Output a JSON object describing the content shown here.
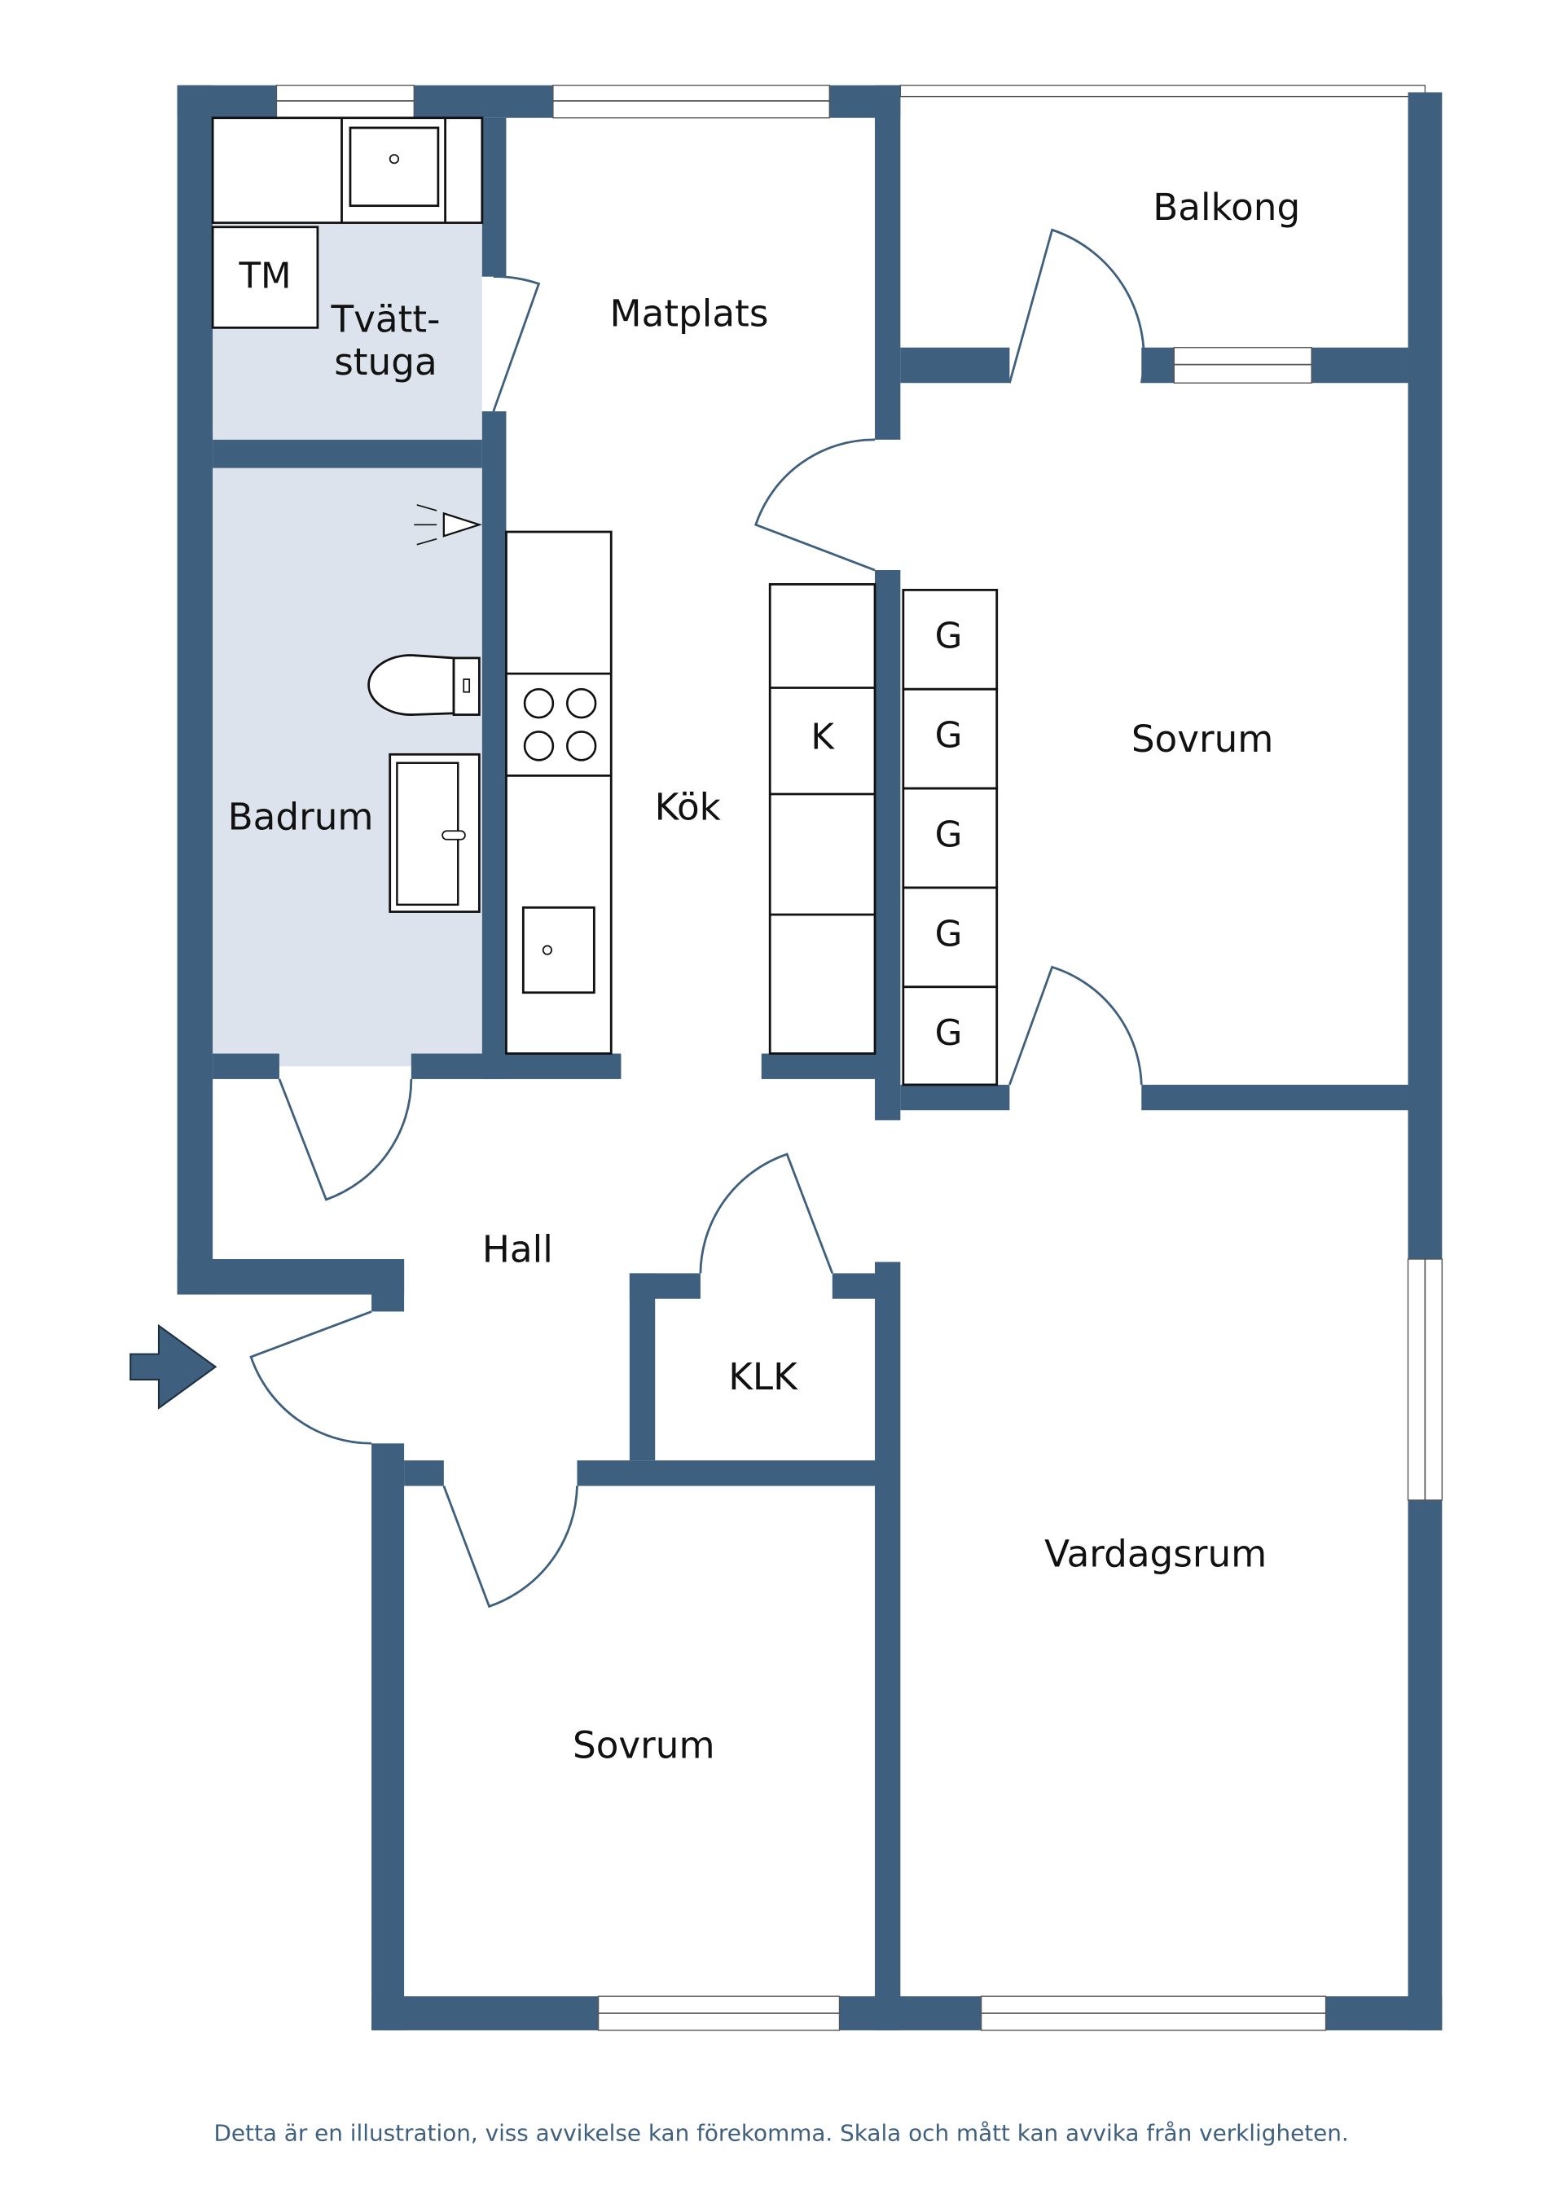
{
  "rooms": {
    "balkong": "Balkong",
    "matplats": "Matplats",
    "tvattstuga_1": "Tvätt-",
    "tvattstuga_2": "stuga",
    "tm": "TM",
    "badrum": "Badrum",
    "kok": "Kök",
    "k": "K",
    "sovrum_upper": "Sovrum",
    "g": [
      "G",
      "G",
      "G",
      "G",
      "G"
    ],
    "hall": "Hall",
    "klk": "KLK",
    "sovrum_lower": "Sovrum",
    "vardagsrum": "Vardagsrum"
  },
  "footer": "Detta är en illustration, viss avvikelse kan förekomma. Skala och mått kan avvika från verkligheten.",
  "colors": {
    "wall": "#3f5f7f",
    "wet_area": "#dde3ec"
  }
}
